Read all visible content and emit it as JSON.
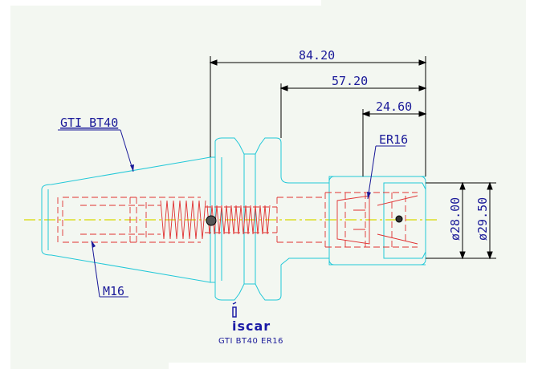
{
  "dimensions": {
    "overall_length": "84.20",
    "mid_length": "57.20",
    "nose_length": "24.60",
    "diameter_1": "ø28.00",
    "diameter_2": "ø29.50"
  },
  "labels": {
    "shank": "GTI BT40",
    "collet": "ER16",
    "thread": "M16"
  },
  "logo": {
    "brand": "iscar",
    "caption": "GTI BT40 ER16"
  },
  "colors": {
    "background": "#f3f7f1",
    "body_outline": "#22c8d8",
    "hidden_lines": "#e03030",
    "dimensions": "#000000",
    "text": "#1a1a99",
    "centerline": "#d8d800"
  }
}
